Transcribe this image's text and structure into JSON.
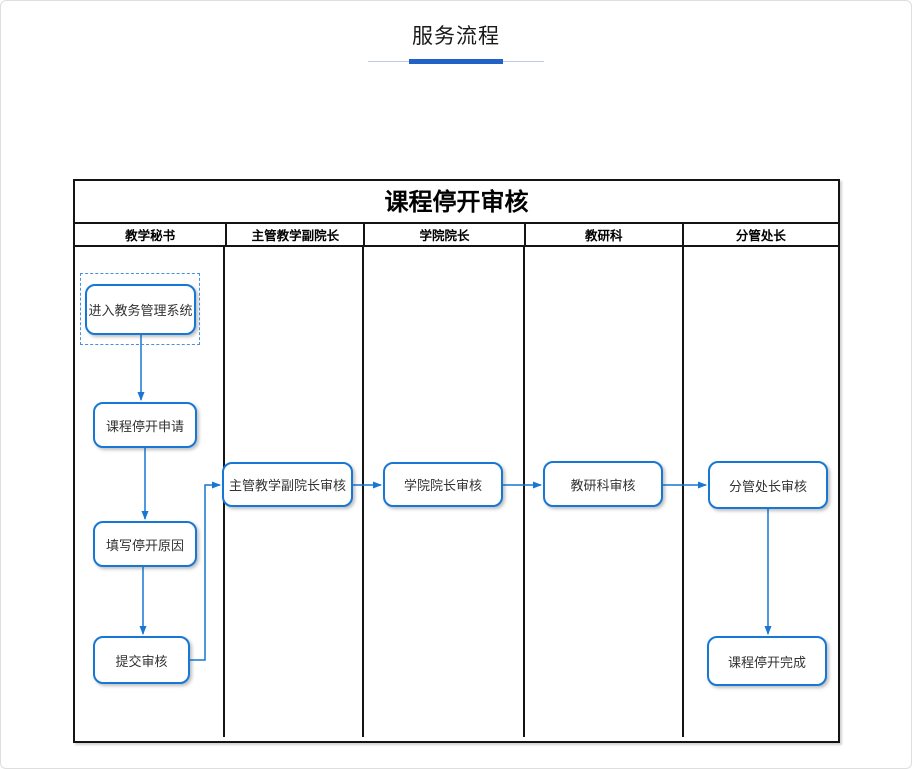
{
  "header": {
    "title": "服务流程"
  },
  "flowchart": {
    "title": "课程停开审核",
    "lanes": [
      "教学秘书",
      "主管教学副院长",
      "学院院长",
      "教研科",
      "分管处长"
    ],
    "nodes": [
      {
        "label": "进入教务管理系统",
        "selected": true
      },
      {
        "label": "课程停开申请"
      },
      {
        "label": "填写停开原因"
      },
      {
        "label": "提交审核"
      },
      {
        "label": "主管教学副院长审核"
      },
      {
        "label": "学院院长审核"
      },
      {
        "label": "教研科审核"
      },
      {
        "label": "分管处长审核"
      },
      {
        "label": "课程停开完成"
      }
    ]
  },
  "colors": {
    "accent_bar": "#2262c6",
    "accent_line": "#b9cee9",
    "node_border": "#1777d4",
    "connector": "#1777d4",
    "selection": "#4a90e2",
    "table_border": "#141414"
  }
}
